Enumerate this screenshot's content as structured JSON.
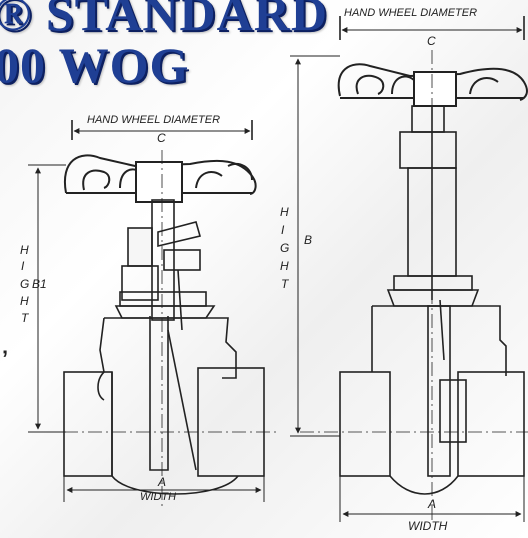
{
  "heading": {
    "line1": "® STANDARD",
    "line2": "00 WOG",
    "fragment": "’"
  },
  "left_valve": {
    "diameter_label": "HAND WHEEL DIAMETER",
    "diameter_letter": "C",
    "height_letters": [
      "H",
      "I",
      "G",
      "H",
      "T"
    ],
    "height_dim": "B1",
    "width_letter": "A",
    "width_label": "WIDTH"
  },
  "right_valve": {
    "diameter_label": "HAND WHEEL DIAMETER",
    "diameter_letter": "C",
    "height_letters": [
      "H",
      "I",
      "G",
      "H",
      "T"
    ],
    "height_dim": "B",
    "width_letter": "A",
    "width_label": "WIDTH"
  },
  "colors": {
    "heading": "#1f3f94",
    "line": "#222222"
  }
}
